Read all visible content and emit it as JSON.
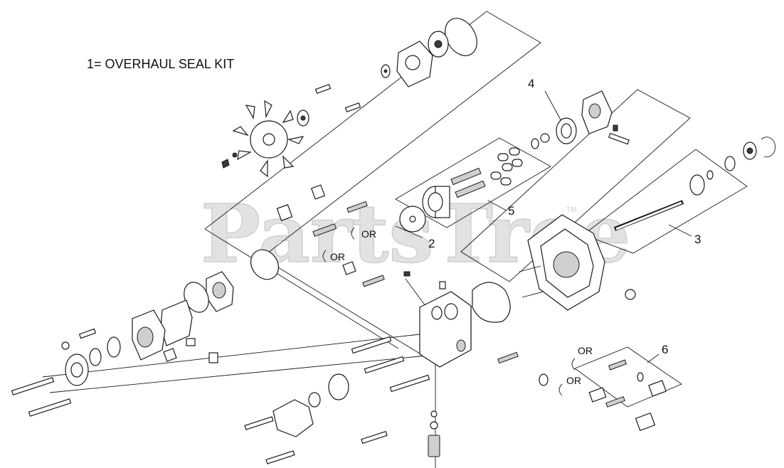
{
  "title": "1= OVERHAUL SEAL KIT",
  "watermark": "PartsTree",
  "watermark_tm": "TM",
  "callouts": {
    "c2": "2",
    "c3": "3",
    "c4": "4",
    "c5": "5",
    "c6": "6"
  },
  "or_labels": [
    "OR",
    "OR",
    "OR",
    "OR"
  ]
}
